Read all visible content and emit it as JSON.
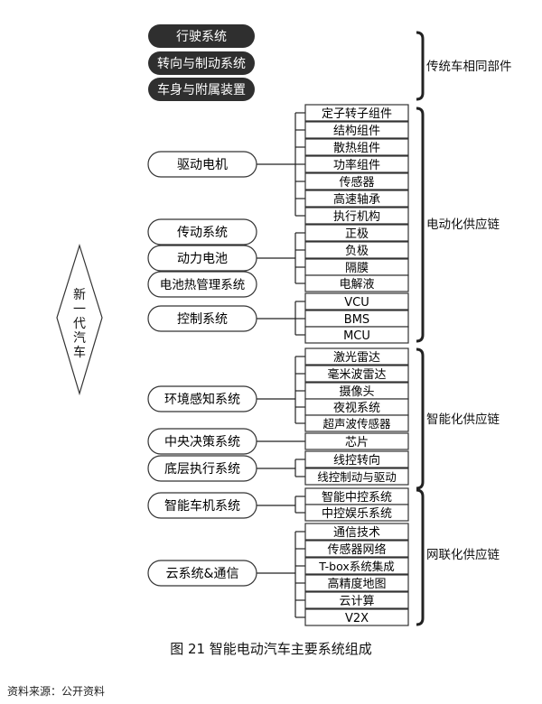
{
  "diagram": {
    "center_node": "新一代汽车",
    "top_components": [
      "行驶系统",
      "转向与制动系统",
      "车身与附属装置"
    ],
    "categories": [
      "传统车相同部件",
      "电动化供应链",
      "智能化供应链",
      "网联化供应链"
    ],
    "systems": {
      "drive_motor": "驱动电机",
      "transmission": "传动系统",
      "power_battery": "动力电池",
      "battery_thermal": "电池热管理系统",
      "control": "控制系统",
      "env_perception": "环境感知系统",
      "central_decision": "中央决策系统",
      "low_level_exec": "底层执行系统",
      "smart_cockpit": "智能车机系统",
      "cloud_comm": "云系统&通信"
    },
    "parts": {
      "drive_motor": [
        "定子转子组件",
        "结构组件",
        "散热组件",
        "功率组件",
        "传感器",
        "高速轴承",
        "执行机构"
      ],
      "power_battery": [
        "正极",
        "负极",
        "隔膜",
        "电解液"
      ],
      "control": [
        "VCU",
        "BMS",
        "MCU"
      ],
      "env_perception": [
        "激光雷达",
        "毫米波雷达",
        "摄像头",
        "夜视系统",
        "超声波传感器"
      ],
      "central_decision": [
        "芯片"
      ],
      "low_level_exec": [
        "线控转向",
        "线控制动与驱动"
      ],
      "smart_cockpit": [
        "智能中控系统",
        "中控娱乐系统"
      ],
      "cloud_comm": [
        "通信技术",
        "传感器网络",
        "T-box系统集成",
        "高精度地图",
        "云计算",
        "V2X"
      ]
    }
  },
  "caption": "图 21 智能电动汽车主要系统组成",
  "source": "资料来源：公开资料"
}
